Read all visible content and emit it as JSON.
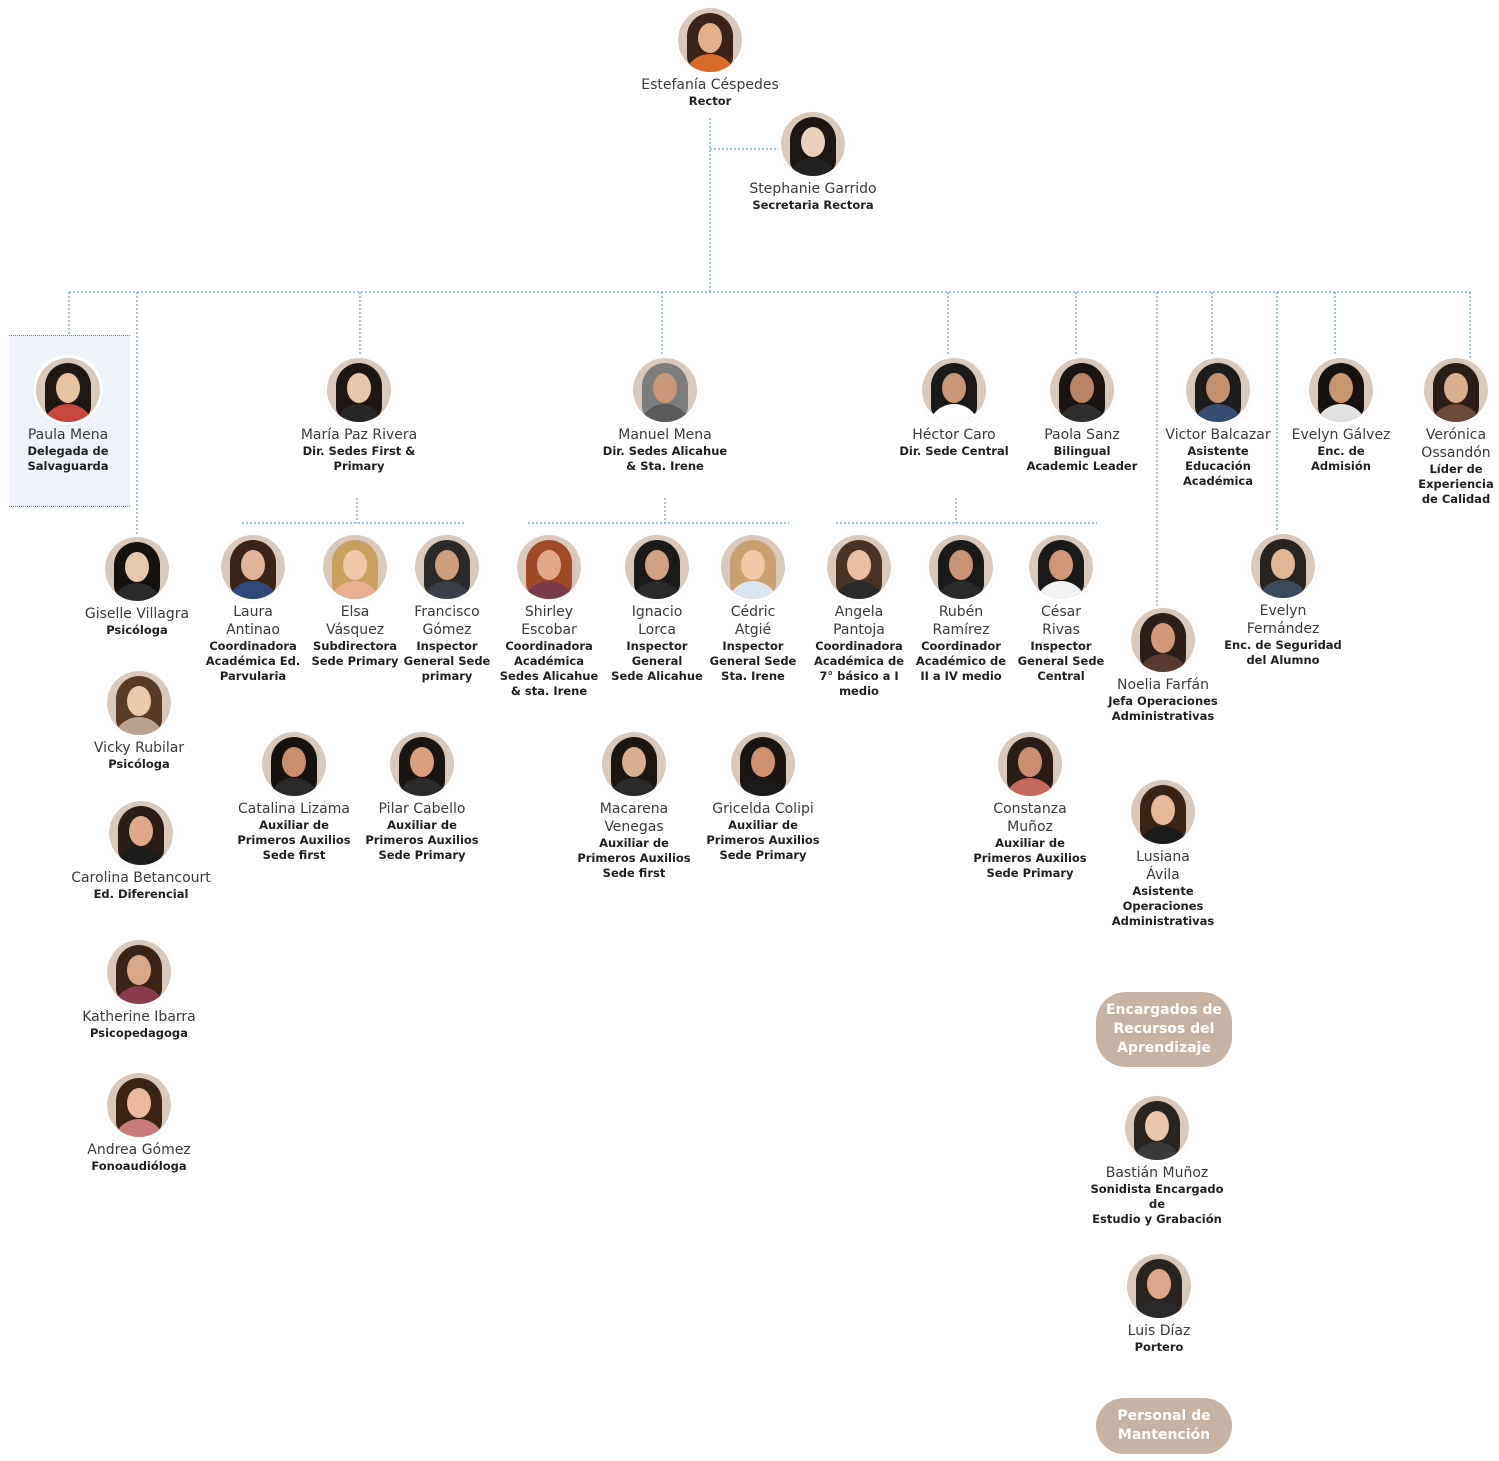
{
  "colors": {
    "connector": "#3b8fcb",
    "highlight_bg": "#eef3fa",
    "pill_bg": "#c6b3a4"
  },
  "people": {
    "rector": {
      "name": "Estefanía Céspedes",
      "role": "Rector"
    },
    "secretaria": {
      "name": "Stephanie Garrido",
      "role": "Secretaria Rectora"
    },
    "paula": {
      "name": "Paula Mena",
      "role": "Delegada de\nSalvaguarda"
    },
    "mariapaz": {
      "name": "María Paz Rivera",
      "role": "Dir. Sedes First &\nPrimary"
    },
    "manuel": {
      "name": "Manuel Mena",
      "role": "Dir. Sedes Alicahue\n& Sta. Irene"
    },
    "hector": {
      "name": "Héctor Caro",
      "role": "Dir. Sede Central"
    },
    "paolasanz": {
      "name": "Paola Sanz",
      "role": "Bilingual\nAcademic Leader"
    },
    "victor": {
      "name": "Victor Balcazar",
      "role": "Asistente\nEducación\nAcadémica"
    },
    "evelyng": {
      "name": "Evelyn Gálvez",
      "role": "Enc. de\nAdmisión"
    },
    "veronica": {
      "name": "Verónica\nOssandón",
      "role": "Líder de\nExperiencia\nde Calidad"
    },
    "giselle": {
      "name": "Giselle Villagra",
      "role": "Psicóloga"
    },
    "vicky": {
      "name": "Vicky Rubilar",
      "role": "Psicóloga"
    },
    "carolina": {
      "name": "Carolina Betancourt",
      "role": "Ed. Diferencial"
    },
    "katherine": {
      "name": "Katherine Ibarra",
      "role": "Psicopedagoga"
    },
    "andrea": {
      "name": "Andrea Gómez",
      "role": "Fonoaudióloga"
    },
    "laura": {
      "name": "Laura\nAntinao",
      "role": "Coordinadora\nAcadémica Ed.\nParvularia"
    },
    "elsa": {
      "name": "Elsa\nVásquez",
      "role": "Subdirectora\nSede Primary"
    },
    "francisco": {
      "name": "Francisco\nGómez",
      "role": "Inspector\nGeneral Sede\nprimary"
    },
    "shirley": {
      "name": "Shirley\nEscobar",
      "role": "Coordinadora\nAcadémica\nSedes Alicahue\n& sta. Irene"
    },
    "ignacio": {
      "name": "Ignacio\nLorca",
      "role": "Inspector\nGeneral\nSede Alicahue"
    },
    "cedric": {
      "name": "Cédric\nAtgié",
      "role": "Inspector\nGeneral Sede\nSta. Irene"
    },
    "angela": {
      "name": "Angela\nPantoja",
      "role": "Coordinadora\nAcadémica de\n7° básico a I\nmedio"
    },
    "ruben": {
      "name": "Rubén\nRamírez",
      "role": "Coordinador\nAcadémico de\nII a IV medio"
    },
    "cesar": {
      "name": "César\nRivas",
      "role": "Inspector\nGeneral Sede\nCentral"
    },
    "noelia": {
      "name": "Noelia Farfán",
      "role": "Jefa Operaciones\nAdministrativas"
    },
    "evelynf": {
      "name": "Evelyn\nFernández",
      "role": "Enc. de Seguridad\ndel Alumno"
    },
    "catalina": {
      "name": "Catalina Lizama",
      "role": "Auxiliar de\nPrimeros Auxilios\nSede first"
    },
    "pilar": {
      "name": "Pilar Cabello",
      "role": "Auxiliar de\nPrimeros Auxilios\nSede Primary"
    },
    "macarena": {
      "name": "Macarena\nVenegas",
      "role": "Auxiliar de\nPrimeros Auxilios\nSede first"
    },
    "gricelda": {
      "name": "Gricelda Colipi",
      "role": "Auxiliar de\nPrimeros Auxilios\nSede Primary"
    },
    "constanza": {
      "name": "Constanza\nMuñoz",
      "role": "Auxiliar de\nPrimeros Auxilios\nSede Primary"
    },
    "lusiana": {
      "name": "Lusiana\nÁvila",
      "role": "Asistente\nOperaciones\nAdministrativas"
    },
    "bastian": {
      "name": "Bastián Muñoz",
      "role": "Sonidista Encargado de\nEstudio y Grabación"
    },
    "luis": {
      "name": "Luis Díaz",
      "role": "Portero"
    }
  },
  "groups": {
    "recursos": "Encargados de\nRecursos del\nAprendizaje",
    "mantencion": "Personal de\nMantención"
  }
}
